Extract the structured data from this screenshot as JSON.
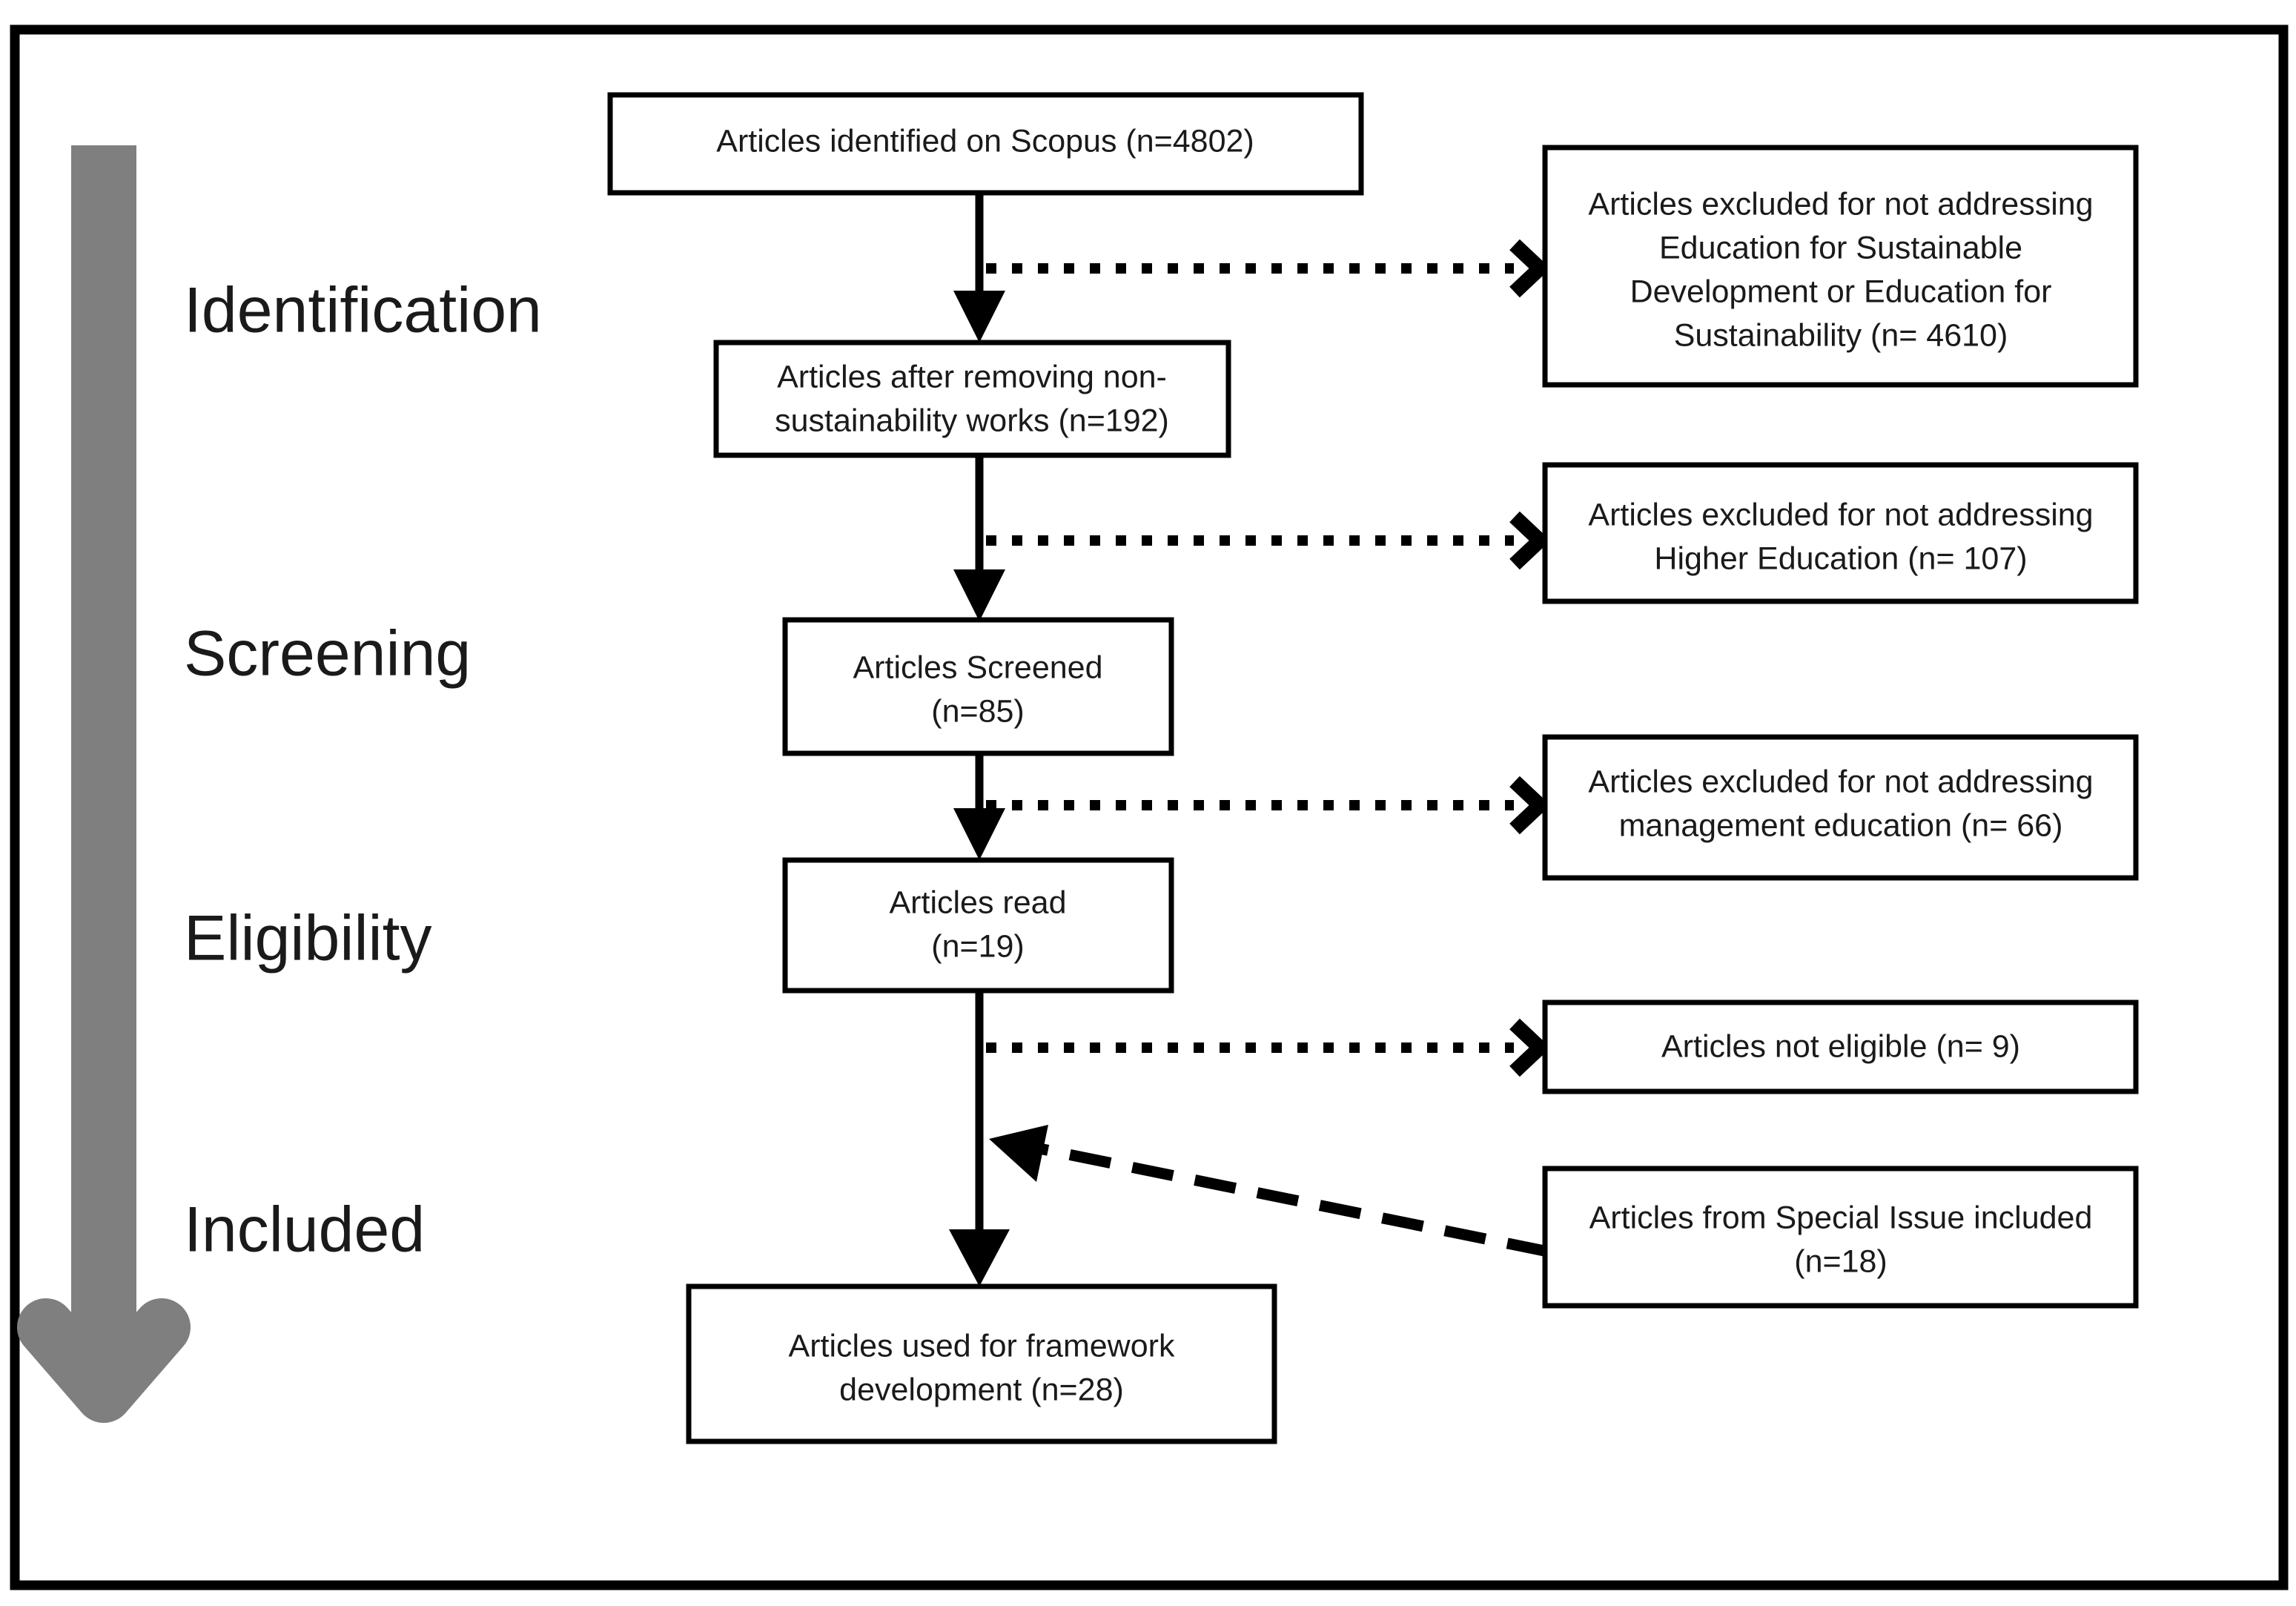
{
  "figure": {
    "type": "prisma-flow-diagram",
    "title": "PRISMA article selection flow diagram",
    "frame_color": "#000000",
    "background_color": "#ffffff",
    "stage_arrow_color": "#7f7f7f"
  },
  "stages": [
    {
      "id": "identification",
      "label": "Identification"
    },
    {
      "id": "screening",
      "label": "Screening"
    },
    {
      "id": "eligibility",
      "label": "Eligibility"
    },
    {
      "id": "included",
      "label": "Included"
    }
  ],
  "flow_boxes": [
    {
      "id": "identified",
      "lines": [
        "Articles identified on Scopus (n=4802)"
      ],
      "n": 4802
    },
    {
      "id": "after-removing",
      "lines": [
        "Articles after removing non-",
        "sustainability works (n=192)"
      ],
      "n": 192
    },
    {
      "id": "screened",
      "lines": [
        "Articles Screened",
        "(n=85)"
      ],
      "n": 85
    },
    {
      "id": "read",
      "lines": [
        "Articles read",
        "(n=19)"
      ],
      "n": 19
    },
    {
      "id": "framework",
      "lines": [
        "Articles used for framework",
        "development  (n=28)"
      ],
      "n": 28
    }
  ],
  "exclusion_boxes": [
    {
      "id": "excluded-esd",
      "lines": [
        "Articles excluded for not addressing",
        "Education for Sustainable",
        "Development or Education for",
        "Sustainability (n= 4610)"
      ],
      "n": 4610
    },
    {
      "id": "excluded-higher-education",
      "lines": [
        "Articles excluded for not addressing",
        "Higher Education (n= 107)"
      ],
      "n": 107
    },
    {
      "id": "excluded-management-education",
      "lines": [
        "Articles excluded for not addressing",
        "management education (n= 66)"
      ],
      "n": 66
    },
    {
      "id": "not-eligible",
      "lines": [
        "Articles not eligible (n= 9)"
      ],
      "n": 9
    },
    {
      "id": "special-issue",
      "lines": [
        "Articles from Special Issue included",
        "(n=18)"
      ],
      "n": 18
    }
  ],
  "connectors": [
    {
      "id": "identified-to-after-removing",
      "style": "solid",
      "direction": "down"
    },
    {
      "id": "after-removing-to-screened",
      "style": "solid",
      "direction": "down"
    },
    {
      "id": "screened-to-read",
      "style": "solid",
      "direction": "down"
    },
    {
      "id": "read-to-framework",
      "style": "solid",
      "direction": "down"
    },
    {
      "id": "to-excluded-esd",
      "style": "dotted",
      "direction": "right"
    },
    {
      "id": "to-excluded-higher-education",
      "style": "dotted",
      "direction": "right"
    },
    {
      "id": "to-excluded-management-education",
      "style": "dotted",
      "direction": "right"
    },
    {
      "id": "to-not-eligible",
      "style": "dotted",
      "direction": "right"
    },
    {
      "id": "special-issue-to-flow",
      "style": "dashed",
      "direction": "left"
    }
  ]
}
